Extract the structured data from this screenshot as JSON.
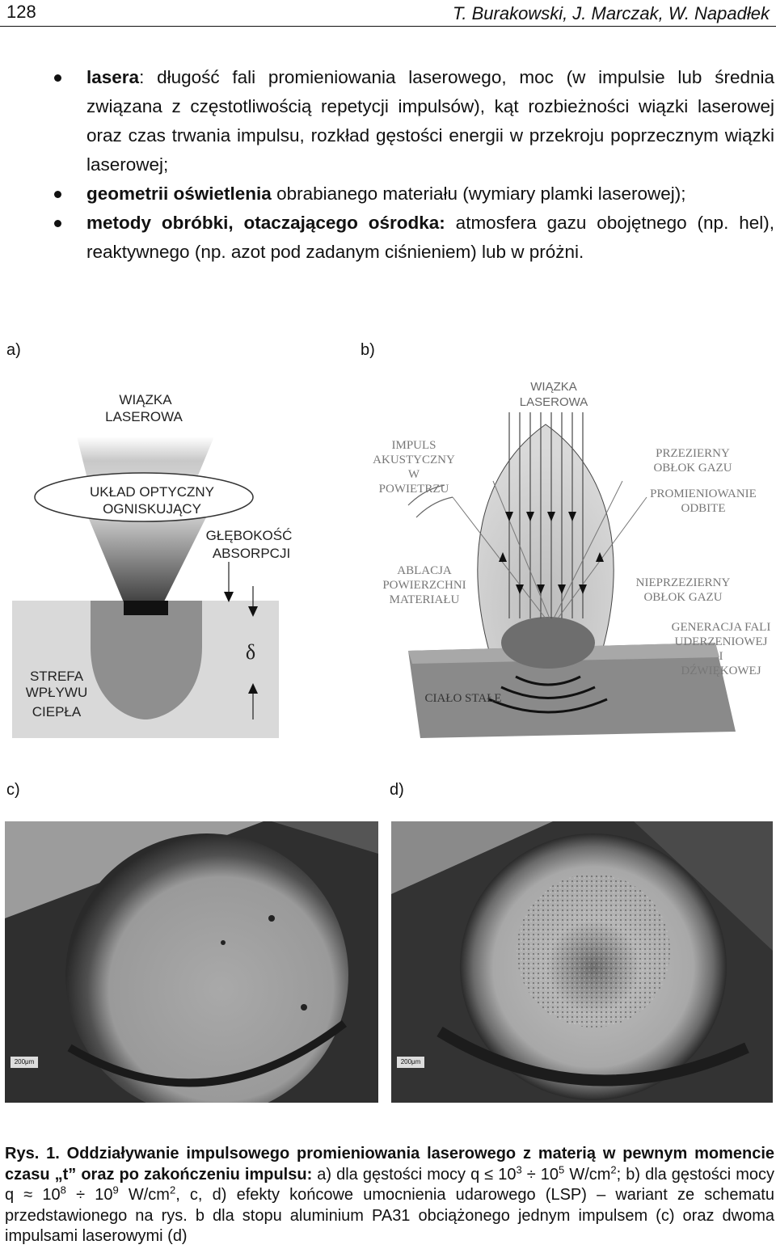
{
  "header": {
    "page_number": "128",
    "running_head": "T. Burakowski, J. Marczak, W. Napadłek"
  },
  "bullets": [
    {
      "bold": "lasera",
      "text": ": długość fali promieniowania laserowego, moc (w impulsie lub średnia związana z częstotliwością repetycji impulsów), kąt rozbieżności wiązki laserowej oraz czas trwania impulsu, rozkład gęstości energii w przekroju poprzecznym wiązki laserowej;"
    },
    {
      "bold": "geometrii oświetlenia",
      "text": " obrabianego materiału (wymiary plamki laserowej);"
    },
    {
      "bold": "metody obróbki, otaczającego ośrodka:",
      "text": " atmosfera gazu obojętnego (np. hel), reaktywnego (np. azot pod zadanym ciśnieniem) lub w próżni."
    }
  ],
  "panels": {
    "a": "a)",
    "b": "b)",
    "c": "c)",
    "d": "d)"
  },
  "fig_a": {
    "beam_l1": "WIĄZKA",
    "beam_l2": "LASEROWA",
    "optics_l1": "UKŁAD OPTYCZNY",
    "optics_l2": "OGNISKUJĄCY",
    "depth_l1": "GŁĘBOKOŚĆ",
    "depth_l2": "ABSORPCJI",
    "delta": "δ",
    "haz_l1": "STREFA",
    "haz_l2": "WPŁYWU",
    "haz_l3": "CIEPŁA"
  },
  "fig_b": {
    "beam_l1": "WIĄZKA",
    "beam_l2": "LASEROWA",
    "impulse_l1": "IMPULS",
    "impulse_l2": "AKUSTYCZNY",
    "impulse_l3": "W",
    "impulse_l4": "POWIETRZU",
    "transparent_l1": "PRZEZIERNY",
    "transparent_l2": "OBŁOK GAZU",
    "reflected_l1": "PROMIENIOWANIE",
    "reflected_l2": "ODBITE",
    "ablation_l1": "ABLACJA",
    "ablation_l2": "POWIERZCHNI",
    "ablation_l3": "MATERIAŁU",
    "opaque_l1": "NIEPRZEZIERNY",
    "opaque_l2": "OBŁOK GAZU",
    "shock_l1": "GENERACJA FALI",
    "shock_l2": "UDERZENIOWEJ",
    "shock_l3": "I",
    "shock_l4": "DŹWIĘKOWEJ",
    "solid": "CIAŁO STAŁE"
  },
  "photos": {
    "c_scale": "200μm",
    "d_scale": "200μm"
  },
  "caption": {
    "label": "Rys. 1.",
    "bold_text": " Oddziaływanie impulsowego promieniowania laserowego z materią w pewnym momencie czasu „t” oraz po zakończeniu impulsu:",
    "p1": " a) dla gęstości mocy q ≤ 10",
    "e1": "3",
    "p2": " ÷ 10",
    "e2": "5",
    "p3": " W/cm",
    "e3": "2",
    "p4": "; b) dla gęstości mocy q ≈ 10",
    "e4": "8",
    "p5": " ÷ 10",
    "e5": "9",
    "p6": " W/cm",
    "e6": "2",
    "p7": ", c, d) efekty końcowe umocnienia udarowego (LSP) – wariant ze schematu przedstawionego na rys. b dla stopu aluminium PA31 obciążonego jednym impulsem (c) oraz dwoma impulsami laserowymi (d)"
  }
}
